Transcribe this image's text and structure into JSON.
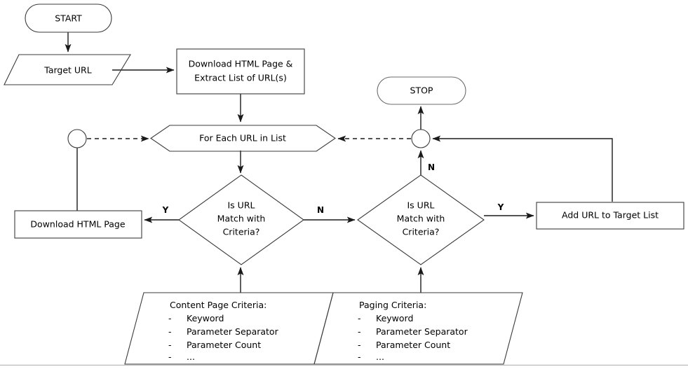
{
  "diagram": {
    "title": "URL crawling flowchart",
    "colors": {
      "shape_stroke": "#3b3b3b",
      "shape_fill": "#ffffff",
      "edge": "#1a1a1a",
      "baseline_rule": "#b9b9b9",
      "text": "#000000"
    },
    "nodes": {
      "start": {
        "label": "START",
        "shape": "terminator"
      },
      "target_url": {
        "label": "Target URL",
        "shape": "parallelogram"
      },
      "download_extract": {
        "label_line1": "Download HTML Page &",
        "label_line2": "Extract List of URL(s)",
        "shape": "process"
      },
      "for_each": {
        "label": "For Each URL in List",
        "shape": "hexagon"
      },
      "left_connector": {
        "label": "",
        "shape": "connector-circle"
      },
      "right_connector": {
        "label": "",
        "shape": "connector-circle"
      },
      "stop": {
        "label": "STOP",
        "shape": "terminator"
      },
      "decision_content": {
        "line1": "Is URL",
        "line2": "Match with",
        "line3": "Criteria?",
        "shape": "decision"
      },
      "decision_paging": {
        "line1": "Is URL",
        "line2": "Match with",
        "line3": "Criteria?",
        "shape": "decision"
      },
      "download_page": {
        "label": "Download HTML Page",
        "shape": "process"
      },
      "add_url": {
        "label": "Add URL to Target List",
        "shape": "process"
      }
    },
    "criteria": {
      "content": {
        "heading": "Content Page Criteria:",
        "dash": "-",
        "items": [
          "Keyword",
          "Parameter Separator",
          "Parameter Count",
          "..."
        ]
      },
      "paging": {
        "heading": "Paging Criteria:",
        "dash": "-",
        "items": [
          "Keyword",
          "Parameter Separator",
          "Parameter Count",
          "..."
        ]
      }
    },
    "edge_labels": {
      "content_yes": "Y",
      "content_no": "N",
      "paging_yes": "Y",
      "paging_no": "N"
    }
  }
}
